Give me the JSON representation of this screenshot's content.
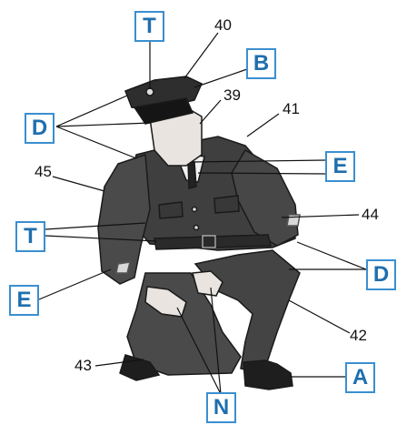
{
  "letter_labels": {
    "t_cap": "T",
    "b_cap": "B",
    "d_shoulder": "D",
    "e_collar": "E",
    "t_belt": "T",
    "d_knee": "D",
    "e_sleeve": "E",
    "a_boot": "A",
    "n_hands": "N"
  },
  "number_labels": {
    "n40": "40",
    "n39": "39",
    "n41": "41",
    "n45": "45",
    "n44": "44",
    "n42": "42",
    "n43": "43"
  },
  "colors": {
    "box_border": "#3a8fd0",
    "box_text": "#1f6fae",
    "leader_line": "#111111",
    "uniform_dark": "#3f3f3f",
    "uniform_mid": "#5a5a5a",
    "skin": "#e9e4df"
  }
}
